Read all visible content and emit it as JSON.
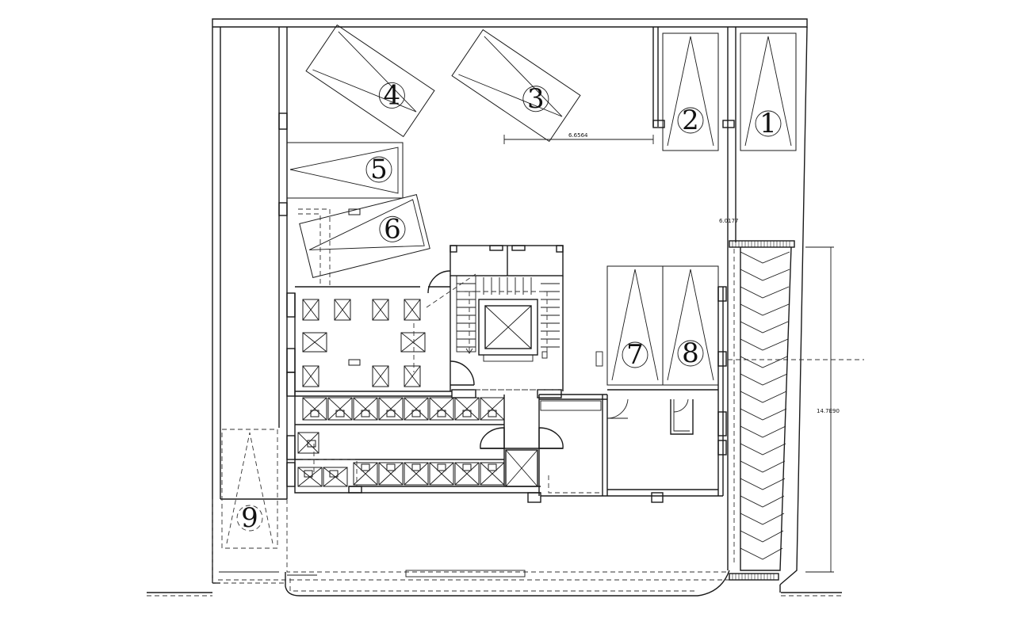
{
  "parking_spaces": [
    {
      "label": "1"
    },
    {
      "label": "2"
    },
    {
      "label": "3"
    },
    {
      "label": "4"
    },
    {
      "label": "5"
    },
    {
      "label": "6"
    },
    {
      "label": "7"
    },
    {
      "label": "8"
    },
    {
      "label": "9"
    }
  ],
  "dimensions": {
    "top_span": "6.6564",
    "right_gap": "6.0177",
    "ramp_length": "14.7E90"
  }
}
